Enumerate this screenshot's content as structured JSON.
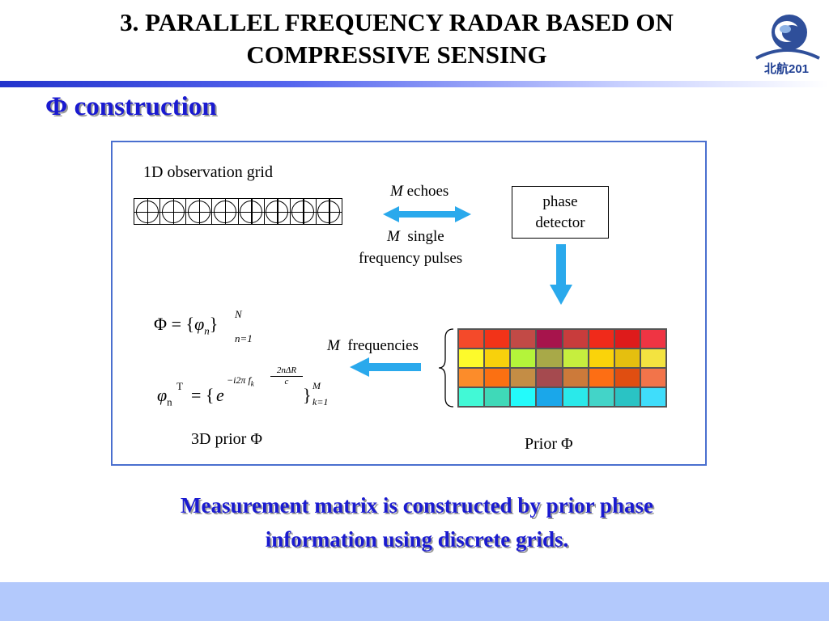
{
  "slide": {
    "title_line1": "3. PARALLEL FREQUENCY RADAR BASED ON",
    "title_line2": "COMPRESSIVE SENSING",
    "subtitle": "Φ construction",
    "logo_text": "北航201",
    "caption_line1": "Measurement matrix is constructed by prior phase",
    "caption_line2": "information using discrete grids."
  },
  "diagram": {
    "grid_label": "1D observation grid",
    "grid_cells": 8,
    "echoes_m": "M",
    "echoes_text": "echoes",
    "pulses_m": "M",
    "pulses_text1": "single",
    "pulses_text2": "frequency pulses",
    "detector_line1": "phase",
    "detector_line2": "detector",
    "freq_m": "M",
    "freq_text": "frequencies",
    "prior_label": "Prior Φ",
    "prior3d_label": "3D prior Φ",
    "formula1": {
      "lhs": "Φ = {",
      "phi": "φ",
      "sub": "n",
      "close": "}",
      "sup": "N",
      "low": "n=1"
    },
    "formula2": {
      "phi": "φ",
      "sub": "n",
      "sup_t": "T",
      "eq": "= {",
      "e": "e",
      "exp": "−i2π f",
      "exp_sub": "k",
      "frac_num": "2nΔR",
      "frac_den": "c",
      "close": "}",
      "sup": "M",
      "low": "k=1"
    },
    "prior_colors": [
      [
        "#f44a2a",
        "#f23318",
        "#c24a46",
        "#a7144c",
        "#c83c3c",
        "#f02a1a",
        "#de1b1b",
        "#ef3443"
      ],
      [
        "#fdfa2b",
        "#f8d10c",
        "#b4f43a",
        "#a8a948",
        "#c6ee3e",
        "#fad30a",
        "#e5bf0f",
        "#f3e340"
      ],
      [
        "#fc8c2a",
        "#fb7012",
        "#c48d45",
        "#a54a4f",
        "#cc7a3a",
        "#fd6e14",
        "#e04e11",
        "#f2744a"
      ],
      [
        "#42f9d6",
        "#3fd9b8",
        "#23fbfb",
        "#1aa7ea",
        "#2ae9ea",
        "#43d4c8",
        "#2ac3c4",
        "#3fddfb"
      ]
    ],
    "arrow_color": "#2aa9ec"
  }
}
